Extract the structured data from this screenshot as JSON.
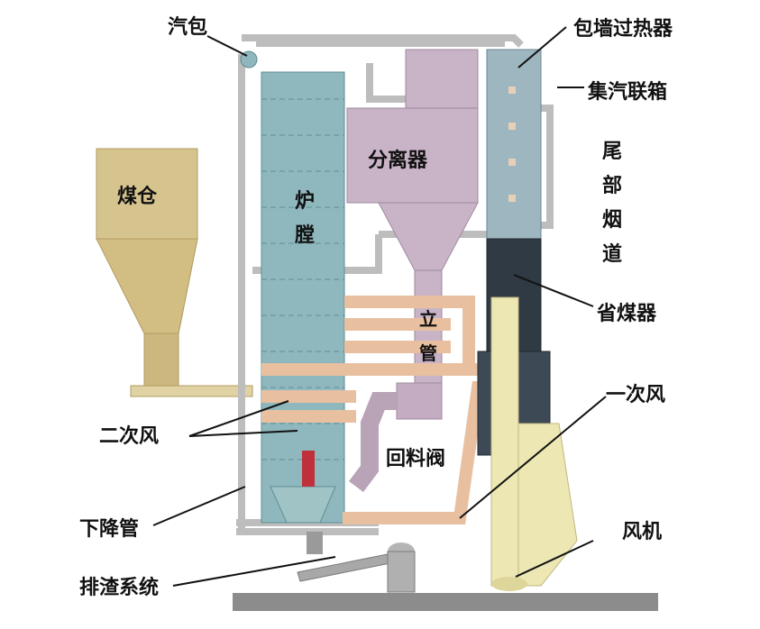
{
  "labels": {
    "drum": "汽包",
    "wall_superheater": "包墙过热器",
    "header": "集汽联箱",
    "tail_flue": "尾部烟道",
    "coal_bin": "煤仓",
    "separator": "分离器",
    "furnace": "炉膛",
    "standpipe": "立管",
    "economizer": "省煤器",
    "primary_air": "一次风",
    "secondary_air": "二次风",
    "loop_seal": "回料阀",
    "downcomer": "下降管",
    "fan": "风机",
    "slag_system": "排渣系统"
  },
  "colors": {
    "furnace": "#8fb8be",
    "coal_bin": "#d6c48e",
    "separator": "#c9b3c7",
    "air_duct": "#e8c0a0",
    "fan_duct": "#ece7b3",
    "pipe": "#c7c7c7",
    "economizer": "#2f3a45",
    "base": "#8c8c8c"
  }
}
